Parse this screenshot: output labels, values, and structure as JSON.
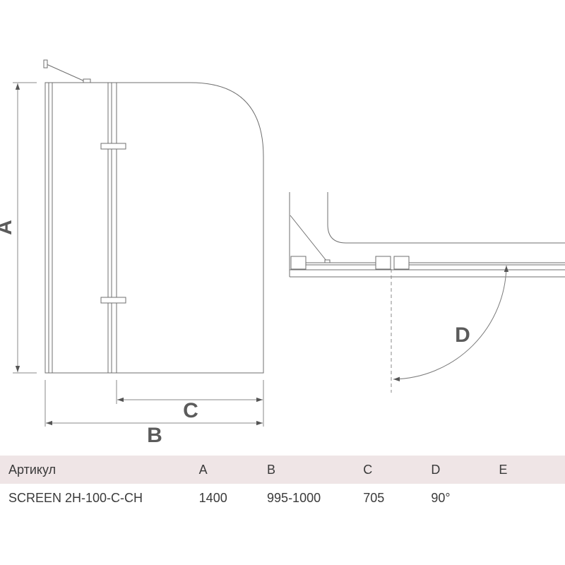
{
  "colors": {
    "line": "#6f6f6f",
    "dim_line": "#8a8a8a",
    "letter": "#5b5b5b",
    "table_header_bg": "#efe5e6",
    "text": "#3a3a3a"
  },
  "labels": {
    "dim_a": "A",
    "dim_b": "B",
    "dim_c": "C",
    "dim_d": "D"
  },
  "table": {
    "headers": [
      "Артикул",
      "A",
      "B",
      "C",
      "D",
      "E"
    ],
    "row": {
      "sku": "SCREEN 2H-100-C-CH",
      "a": "1400",
      "b": "995-1000",
      "c": "705",
      "d": "90°",
      "e": ""
    }
  }
}
